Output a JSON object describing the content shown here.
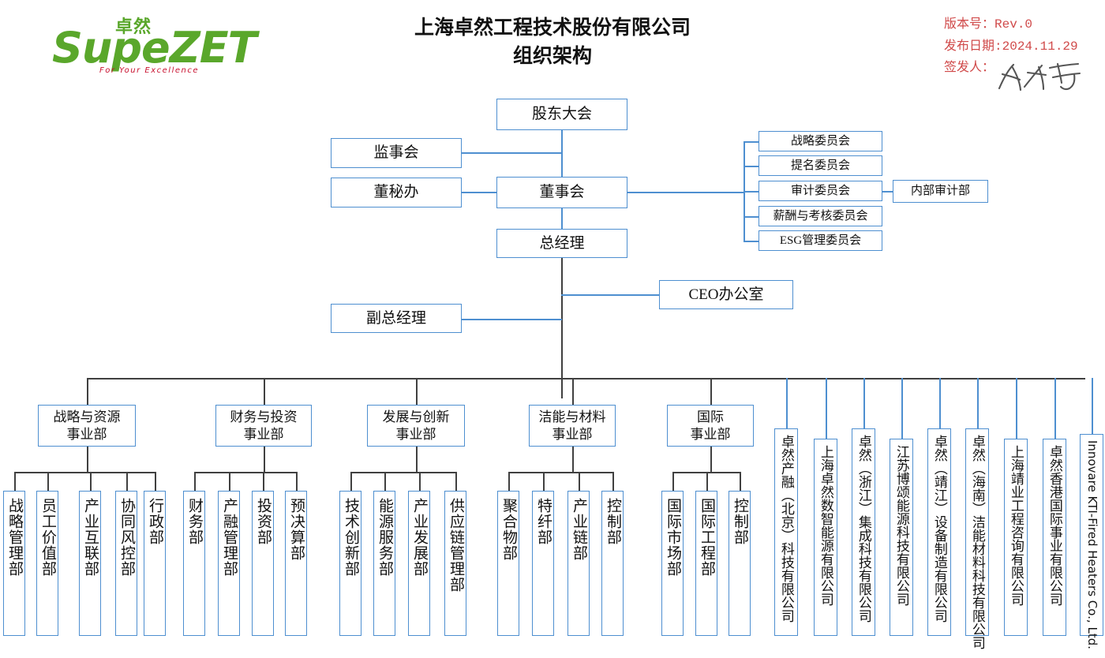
{
  "header": {
    "logo": {
      "cn": "卓然",
      "part1": "Supe",
      "part2": "ZET",
      "tagline": "For Your Excellence"
    },
    "title_line1": "上海卓然工程技术股份有限公司",
    "title_line2": "组织架构",
    "meta": {
      "version_label": "版本号：",
      "version_value": "Rev.0",
      "date_label": "发布日期:",
      "date_value": "2024.11.29",
      "issuer_label": "签发人：",
      "issuer_value": ""
    },
    "colors": {
      "logo_green": "#5aa72b",
      "logo_red": "#c8102e",
      "meta_red": "#d04a4a",
      "box_blue": "#4e8fd0"
    }
  },
  "governance": {
    "shareholders": "股东大会",
    "supervisory": "监事会",
    "board_secretary": "董秘办",
    "board": "董事会",
    "general_manager": "总经理",
    "deputy_general_manager": "副总经理",
    "ceo_office": "CEO办公室",
    "internal_audit": "内部审计部",
    "committees": [
      "战略委员会",
      "提名委员会",
      "审计委员会",
      "薪酬与考核委员会",
      "ESG管理委员会"
    ]
  },
  "divisions": [
    {
      "name_line1": "战略与资源",
      "name_line2": "事业部",
      "departments": [
        "战略管理部",
        "员工价值部",
        "产业互联部",
        "协同风控部",
        "行政部"
      ]
    },
    {
      "name_line1": "财务与投资",
      "name_line2": "事业部",
      "departments": [
        "财务部",
        "产融管理部",
        "投资部",
        "预决算部"
      ]
    },
    {
      "name_line1": "发展与创新",
      "name_line2": "事业部",
      "departments": [
        "技术创新部",
        "能源服务部",
        "产业发展部",
        "供应链管理部"
      ]
    },
    {
      "name_line1": "洁能与材料",
      "name_line2": "事业部",
      "departments": [
        "聚合物部",
        "特纤部",
        "产业链部",
        "控制部"
      ]
    },
    {
      "name_line1": "国际",
      "name_line2": "事业部",
      "departments": [
        "国际市场部",
        "国际工程部",
        "控制部"
      ]
    }
  ],
  "subsidiaries": [
    "卓然产融（北京）科技有限公司",
    "上海卓然数智能源有限公司",
    "卓然（浙江）集成科技有限公司",
    "江苏博颂能源科技有限公司",
    "卓然（靖江）设备制造有限公司",
    "卓然（海南）洁能材料科技有限公司",
    "上海靖业工程咨询有限公司",
    "卓然香港国际事业有限公司",
    "Innovare KTI-Fired Heaters Co., Ltd."
  ]
}
